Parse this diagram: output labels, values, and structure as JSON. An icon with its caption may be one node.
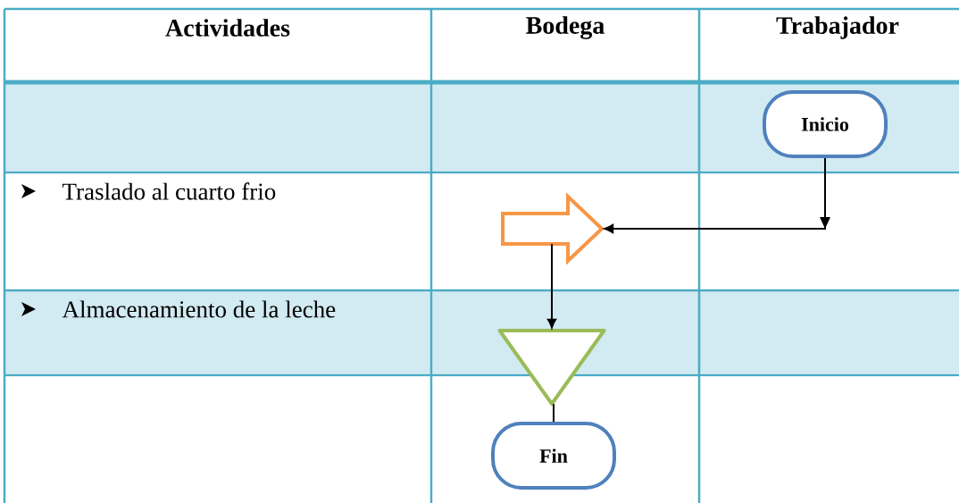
{
  "diagram": {
    "nodes": [
      {
        "text": [
          "Inicio"
        ]
      },
      {
        "text": [],
        "shape": "arrow"
      },
      {
        "text": [],
        "shape": "triangle"
      },
      {
        "text": [
          "Fin"
        ]
      }
    ],
    "edges": [
      {
        "from": 0,
        "to": 1,
        "arrow": "to"
      },
      {
        "from": 1,
        "to": 2,
        "arrow": "to"
      },
      {
        "from": 2,
        "to": 3,
        "arrow": "none"
      }
    ],
    "labels": [
      "Actividades",
      "Bodega",
      "Trabajador",
      "Traslado al cuarto frio",
      "Almacenamiento de la leche"
    ]
  }
}
